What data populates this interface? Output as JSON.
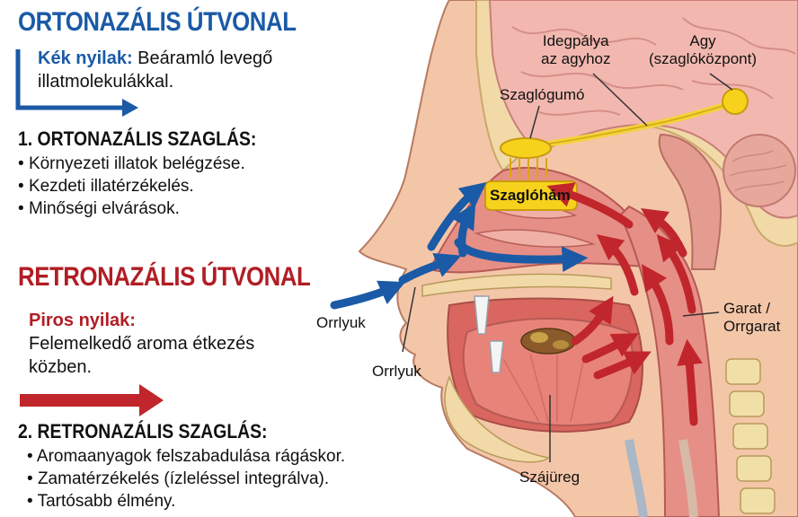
{
  "ortho": {
    "title": "ORTONAZÁLIS ÚTVONAL",
    "key_label": "Kék nyilak:",
    "key_text": "Beáramló levegő illatmolekulákkal.",
    "section_title": "1. ORTONAZÁLIS SZAGLÁS:",
    "bullets": [
      "Környezeti illatok belégzése.",
      "Kezdeti illatérzékelés.",
      "Minőségi elvárások."
    ]
  },
  "retro": {
    "title": "RETRONAZÁLIS ÚTVONAL",
    "key_label": "Piros nyilak:",
    "key_text": "Felemelkedő aroma étkezés közben.",
    "section_title": "2. RETRONAZÁLIS SZAGLÁS:",
    "bullets": [
      "Aromaanyagok felszabadulása rágáskor.",
      "Zamatérzékelés (ízleléssel integrálva).",
      "Tartósabb élmény."
    ]
  },
  "labels": {
    "idegpalya_1": "Idegpálya",
    "idegpalya_2": "az agyhoz",
    "agy_1": "Agy",
    "agy_2": "(szaglóközpont)",
    "szaglogumo": "Szaglógumó",
    "szagloham": "Szaglóhám",
    "orrlyuk_1": "Orrlyuk",
    "orrlyuk_2": "Orrlyuk",
    "garat_1": "Garat /",
    "garat_2": "Orrgarat",
    "szajureg": "Szájüreg"
  },
  "colors": {
    "ortho_blue": "#1a5aa6",
    "retro_red": "#b01e24",
    "bulb_yellow": "#f7d21c",
    "tissue_pink": "#e9a39a",
    "skin": "#f4c6a8"
  }
}
